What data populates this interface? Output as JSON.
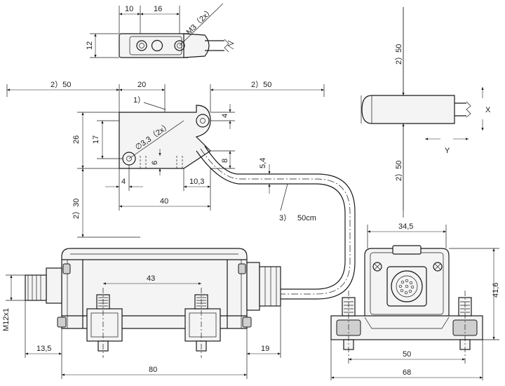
{
  "top_view": {
    "dim_a": "10",
    "dim_b": "16",
    "thread": "M3（2x）",
    "height": "12"
  },
  "side_view": {
    "clearance_left": "2）50",
    "width_20": "20",
    "clearance_right": "2）50",
    "callout_1": "1）",
    "dim_26": "26",
    "dim_17": "17",
    "dim_4_top": "4",
    "hole": "∅3,3（2x）",
    "dim_6": "6",
    "dim_8": "8",
    "dim_5_4": "5,4",
    "dim_4_bottom": "4",
    "dim_10_3": "10,3",
    "dim_40": "40",
    "clearance_bottom": "2）30",
    "cable_label": "3）",
    "cable_length": "50cm"
  },
  "end_view": {
    "clearance_top": "2）50",
    "clearance_bottom": "2）50",
    "axis_x": "X",
    "axis_y": "Y"
  },
  "front_view": {
    "dim_43": "43",
    "thread": "M12x1",
    "dim_13_5": "13,5",
    "dim_19": "19",
    "dim_80": "80"
  },
  "right_view": {
    "dim_34_5": "34,5",
    "dim_41_6": "41,6",
    "dim_50": "50",
    "dim_68": "68"
  }
}
